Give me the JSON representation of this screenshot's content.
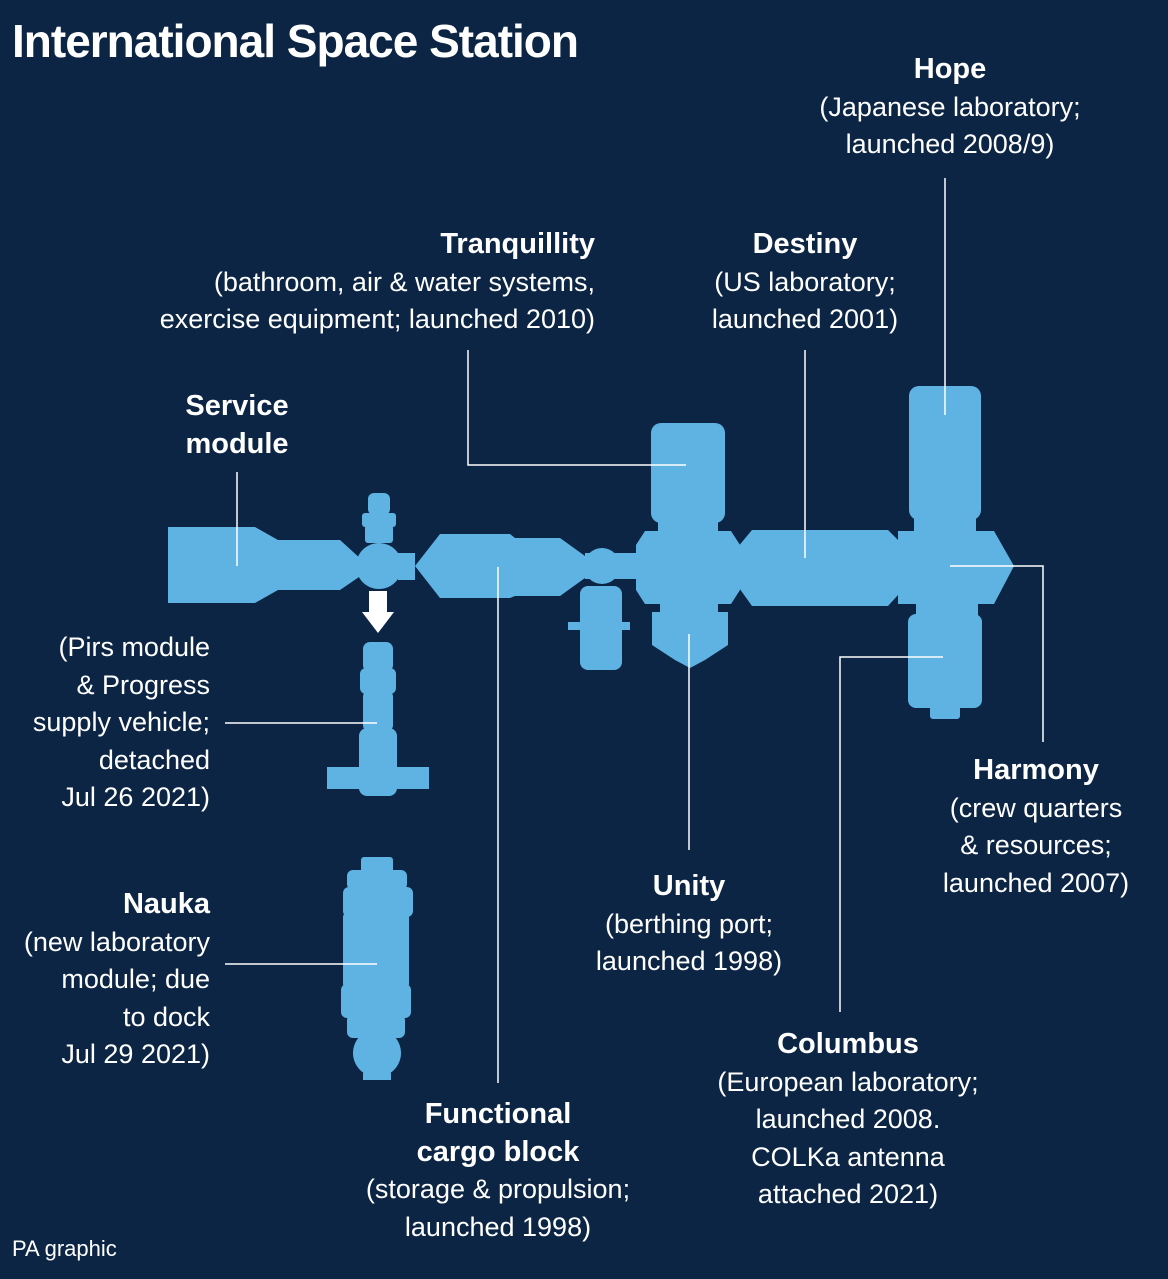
{
  "title": "International Space Station",
  "footer": "PA graphic",
  "colors": {
    "background": "#0c2544",
    "module": "#5fb3e3",
    "text": "#ffffff",
    "line": "#ffffff"
  },
  "labels": {
    "hope": {
      "name": "Hope",
      "desc": [
        "(Japanese laboratory;",
        "launched 2008/9)"
      ]
    },
    "tranquillity": {
      "name": "Tranquillity",
      "desc": [
        "(bathroom, air & water systems,",
        "exercise equipment; launched 2010)"
      ]
    },
    "destiny": {
      "name": "Destiny",
      "desc": [
        "(US laboratory;",
        "launched 2001)"
      ]
    },
    "service_module": {
      "name": [
        "Service",
        "module"
      ]
    },
    "pirs": {
      "desc": [
        "(Pirs module",
        "& Progress",
        "supply vehicle;",
        "detached",
        "Jul 26 2021)"
      ]
    },
    "nauka": {
      "name": "Nauka",
      "desc": [
        "(new laboratory",
        "module; due",
        "to dock",
        "Jul 29 2021)"
      ]
    },
    "harmony": {
      "name": "Harmony",
      "desc": [
        "(crew quarters",
        "& resources;",
        "launched 2007)"
      ]
    },
    "unity": {
      "name": "Unity",
      "desc": [
        "(berthing port;",
        "launched 1998)"
      ]
    },
    "columbus": {
      "name": "Columbus",
      "desc": [
        "(European laboratory;",
        "launched 2008.",
        "COLKa antenna",
        "attached 2021)"
      ]
    },
    "fgb": {
      "name": [
        "Functional",
        "cargo block"
      ],
      "desc": [
        "(storage & propulsion;",
        "launched 1998)"
      ]
    }
  }
}
